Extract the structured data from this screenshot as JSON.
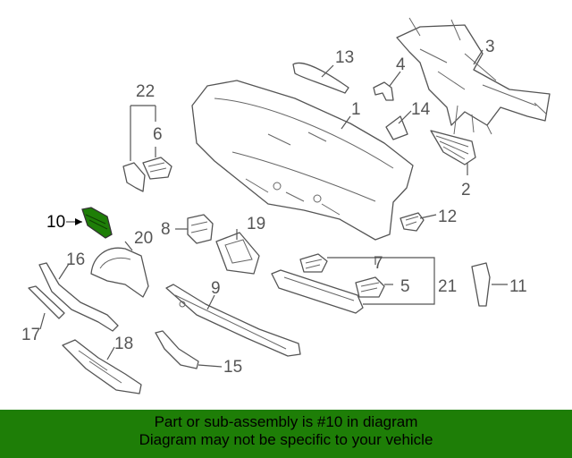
{
  "diagram": {
    "highlight_color": "#1e7e07",
    "part_numbers": {
      "p1": "1",
      "p2": "2",
      "p3": "3",
      "p4": "4",
      "p5": "5",
      "p6": "6",
      "p7": "7",
      "p8": "8",
      "p9": "9",
      "p10": "10",
      "p11": "11",
      "p12": "12",
      "p13": "13",
      "p14": "14",
      "p15": "15",
      "p16": "16",
      "p17": "17",
      "p18": "18",
      "p19": "19",
      "p20": "20",
      "p21": "21",
      "p22": "22"
    }
  },
  "banner": {
    "line1": "Part or sub-assembly is #10 in diagram",
    "line2": "Diagram may not be specific to your vehicle",
    "background": "#1e7e07"
  }
}
